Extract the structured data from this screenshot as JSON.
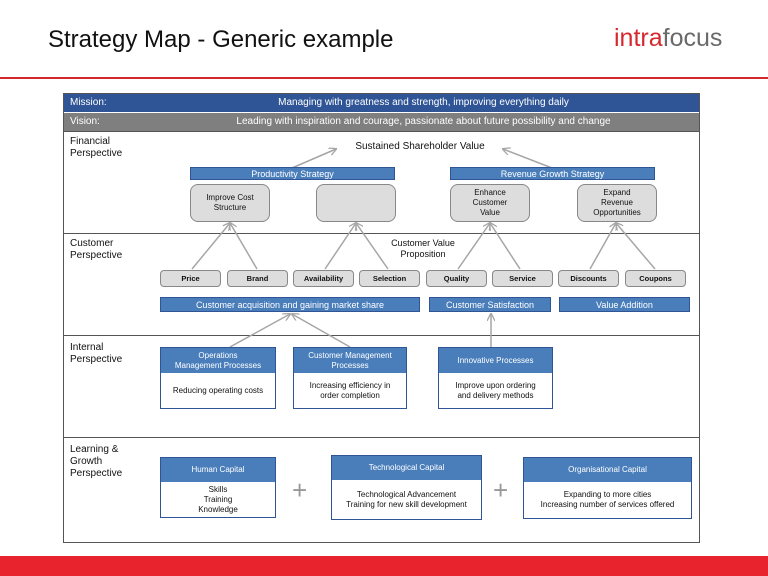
{
  "slide": {
    "title": "Strategy Map - Generic example"
  },
  "logo": {
    "part1": "intra",
    "part2": "focus"
  },
  "mission": {
    "label": "Mission:",
    "text": "Managing with greatness and strength, improving everything daily"
  },
  "vision": {
    "label": "Vision:",
    "text": "Leading with inspiration and courage, passionate about future possibility and change"
  },
  "perspectives": {
    "financial": "Financial\nPerspective",
    "customer": "Customer\nPerspective",
    "internal": "Internal\nPerspective",
    "learning": "Learning &\nGrowth\nPerspective"
  },
  "financial": {
    "goal": "Sustained Shareholder Value",
    "productivity_strategy": "Productivity Strategy",
    "revenue_strategy": "Revenue Growth Strategy",
    "improve_cost": "Improve Cost\nStructure",
    "blank_box": "",
    "enhance_value": "Enhance\nCustomer\nValue",
    "expand_revenue": "Expand\nRevenue\nOpportunities"
  },
  "customer": {
    "value_proposition": "Customer Value\nProposition",
    "items": [
      "Price",
      "Brand",
      "Availability",
      "Selection",
      "Quality",
      "Service",
      "Discounts",
      "Coupons"
    ],
    "acquisition": "Customer acquisition and gaining market share",
    "satisfaction": "Customer Satisfaction",
    "value_addition": "Value Addition"
  },
  "internal": {
    "operations": {
      "title": "Operations\nManagement Processes",
      "body": "Reducing operating costs"
    },
    "customer_mgmt": {
      "title": "Customer Management\nProcesses",
      "body": "Increasing efficiency in\norder completion"
    },
    "innovative": {
      "title": "Innovative Processes",
      "body": "Improve upon ordering\nand delivery methods"
    }
  },
  "learning": {
    "human": {
      "title": "Human Capital",
      "body": "Skills\nTraining\nKnowledge"
    },
    "technological": {
      "title": "Technological Capital",
      "body": "Technological Advancement\nTraining for new skill development"
    },
    "organisational": {
      "title": "Organisational Capital",
      "body": "Expanding to more cities\nIncreasing number of services offered"
    },
    "plus": "+"
  },
  "colors": {
    "brand_red": "#d4282e",
    "header_blue": "#2f5597",
    "bar_blue": "#4a7ebb",
    "vision_gray": "#7f7f7f",
    "box_gray": "#dddddd",
    "arrow_gray": "#a6a6a6"
  }
}
